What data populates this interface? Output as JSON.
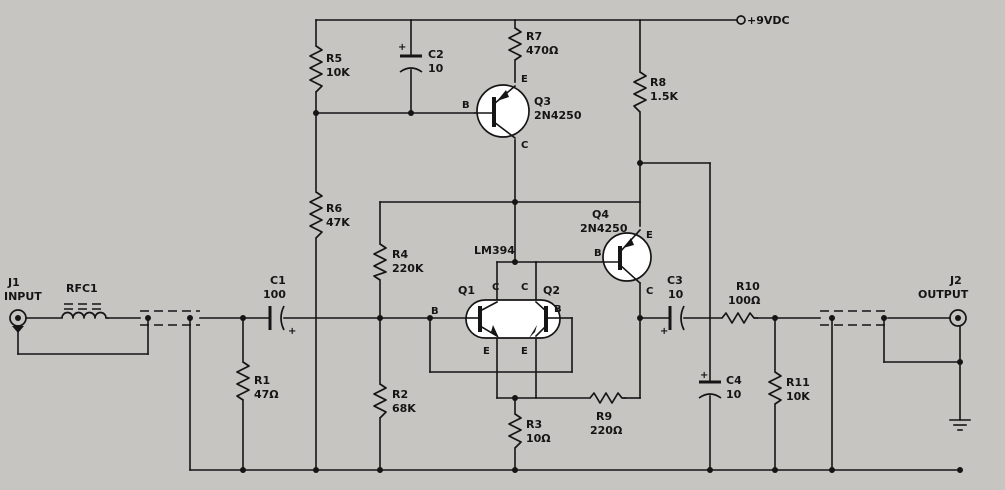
{
  "supply": "+9VDC",
  "j1": {
    "ref": "J1",
    "name": "INPUT"
  },
  "j2": {
    "ref": "J2",
    "name": "OUTPUT"
  },
  "rfc1": "RFC1",
  "c1": {
    "ref": "C1",
    "value": "100"
  },
  "c2": {
    "ref": "C2",
    "value": "10"
  },
  "c3": {
    "ref": "C3",
    "value": "10"
  },
  "c4": {
    "ref": "C4",
    "value": "10"
  },
  "r1": {
    "ref": "R1",
    "value": "47Ω"
  },
  "r2": {
    "ref": "R2",
    "value": "68K"
  },
  "r3": {
    "ref": "R3",
    "value": "10Ω"
  },
  "r4": {
    "ref": "R4",
    "value": "220K"
  },
  "r5": {
    "ref": "R5",
    "value": "10K"
  },
  "r6": {
    "ref": "R6",
    "value": "47K"
  },
  "r7": {
    "ref": "R7",
    "value": "470Ω"
  },
  "r8": {
    "ref": "R8",
    "value": "1.5K"
  },
  "r9": {
    "ref": "R9",
    "value": "220Ω"
  },
  "r10": {
    "ref": "R10",
    "value": "100Ω"
  },
  "r11": {
    "ref": "R11",
    "value": "10K"
  },
  "q3": {
    "ref": "Q3",
    "part": "2N4250"
  },
  "q4": {
    "ref": "Q4",
    "part": "2N4250"
  },
  "lm394": {
    "part": "LM394",
    "q1": "Q1",
    "q2": "Q2"
  },
  "pins": {
    "base": "B",
    "collector": "C",
    "emitter": "E"
  },
  "polarity": "+"
}
